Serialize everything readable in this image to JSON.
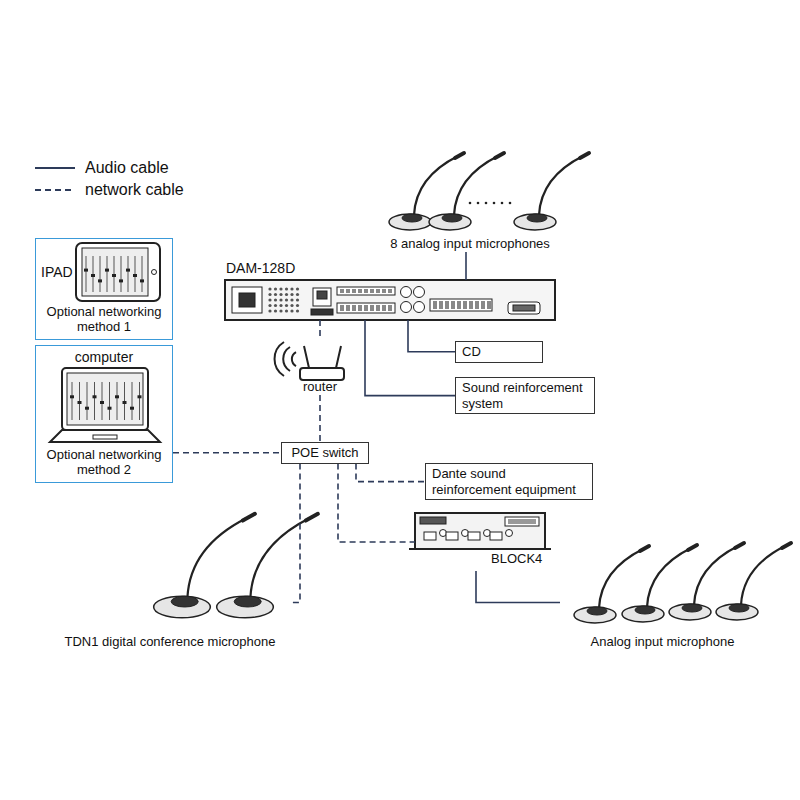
{
  "diagram": {
    "nodes": [
      {
        "text": [
          "8 analog input microphones"
        ]
      },
      {
        "text": [
          "DAM-128D"
        ]
      },
      {
        "text": [
          "IPAD",
          "Optional networking method 1"
        ]
      },
      {
        "text": [
          "computer",
          "Optional networking method 2"
        ]
      },
      {
        "text": [
          "router"
        ]
      },
      {
        "text": [
          "CD"
        ]
      },
      {
        "text": [
          "Sound reinforcement system"
        ]
      },
      {
        "text": [
          "POE switch"
        ]
      },
      {
        "text": [
          "Dante sound reinforcement equipment"
        ]
      },
      {
        "text": [
          "BLOCK4"
        ]
      },
      {
        "text": [
          "TDN1 digital conference microphone"
        ]
      },
      {
        "text": [
          "Analog input microphone"
        ]
      }
    ],
    "edges": [
      {
        "from": 0,
        "to": 1,
        "arrow": "none"
      },
      {
        "from": 1,
        "to": 5,
        "arrow": "none"
      },
      {
        "from": 1,
        "to": 6,
        "arrow": "none"
      },
      {
        "from": 1,
        "to": 4,
        "arrow": "none"
      },
      {
        "from": 4,
        "to": 7,
        "arrow": "none"
      },
      {
        "from": 3,
        "to": 7,
        "arrow": "none"
      },
      {
        "from": 7,
        "to": 8,
        "arrow": "none"
      },
      {
        "from": 7,
        "to": 9,
        "arrow": "none"
      },
      {
        "from": 7,
        "to": 10,
        "arrow": "none"
      },
      {
        "from": 9,
        "to": 11,
        "arrow": "none"
      }
    ],
    "legend": [
      {
        "text": "Audio cable"
      },
      {
        "text": "network cable"
      }
    ]
  }
}
